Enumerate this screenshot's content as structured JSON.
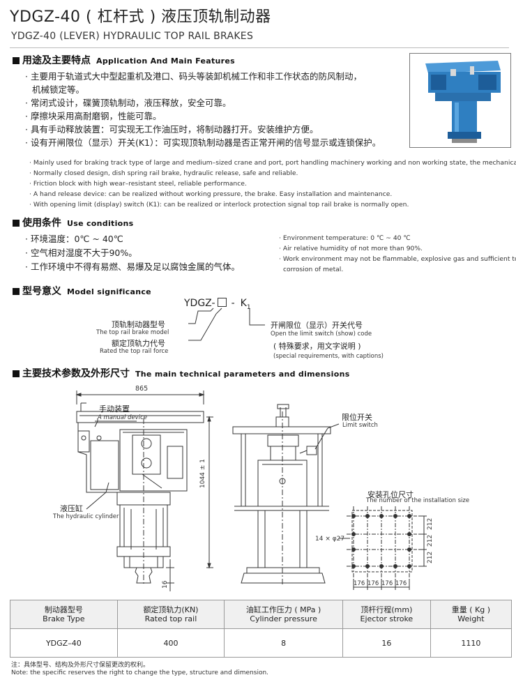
{
  "header": {
    "title_cn": "YDGZ-40 ( 杠杆式 ) 液压顶轨制动器",
    "title_en": "YDGZ-40 (LEVER) HYDRAULIC TOP RAIL BRAKES"
  },
  "sec_app": {
    "title_cn": "用途及主要特点",
    "title_en": "Application And Main Features",
    "cn_items": [
      "· 主要用于轨道式大中型起重机及港口、码头等装卸机械工作和非工作状态的防风制动，",
      "  机械锁定等。",
      "· 常闭式设计，碟簧顶轨制动，液压释放，安全可靠。",
      "· 摩擦块采用高耐磨钢，性能可靠。",
      "· 具有手动释放装置：可实现无工作油压时，将制动器打开。安装维护方便。",
      "· 设有开闸限位（显示）开关(K1）：可实现顶轨制动器是否正常开闸的信号显示或连锁保护。"
    ],
    "en_items": [
      "· Mainly used for braking track type of large and medium–sized crane and port, port handling machinery working and non working state, the mechanical lock.",
      "· Normally closed design, dish spring rail brake, hydraulic release, safe and reliable.",
      "· Friction block with high wear–resistant steel, reliable performance.",
      "· A hand release device: can be realized without working pressure, the brake. Easy installation and maintenance.",
      "· With opening limit (display) switch (K1): can be realized or interlock protection signal top rail brake is normally open."
    ]
  },
  "sec_use": {
    "title_cn": "使用条件",
    "title_en": "Use   conditions",
    "cn_items": [
      "· 环境温度：0℃ ~ 40℃",
      "· 空气相对湿度不大于90%。",
      "· 工作环境中不得有易燃、易爆及足以腐蚀金属的气体。"
    ],
    "en_items": [
      "· Environment temperature: 0 ℃ ~ 40 ℃",
      "· Air relative humidity of not more than 90%.",
      "· Work environment may not be flammable, explosive gas and sufficient to",
      "  corrosion of metal."
    ]
  },
  "sec_model": {
    "title_cn": "型号意义",
    "title_en": "Model   significance",
    "code_prefix": "YDGZ-",
    "code_sep": "-",
    "code_k": "K",
    "code_k_sub": "1",
    "left1_cn": "顶轨制动器型号",
    "left1_en": "The top rail brake model",
    "left2_cn": "额定顶轨力代号",
    "left2_en": "Rated the top rail force",
    "right_cn": "开闸限位（显示）开关代号",
    "right_en": "Open the limit switch (show) code",
    "right2_cn": "( 特殊要求，用文字说明 )",
    "right2_en": "(special requirements, with captions)"
  },
  "sec_tech": {
    "title_cn": "主要技术参数及外形尺寸",
    "title_en": "The main technical parameters and dimensions"
  },
  "drawing": {
    "dim_865": "865",
    "dim_1044": "1044 ± 1",
    "dim_16": "16",
    "manual_cn": "手动装置",
    "manual_en": "A manual device",
    "cyl_cn": "液压缸",
    "cyl_en": "The hydraulic cylinder",
    "limit_cn": "限位开关",
    "limit_en": "Limit switch",
    "holes_cn": "安装孔位尺寸",
    "holes_en": "The number of the installation size",
    "holes_spec": "14 × φ27",
    "dim_212": "212",
    "dim_176": "176"
  },
  "table": {
    "headers": [
      {
        "cn": "制动器型号",
        "en": "Brake Type"
      },
      {
        "cn": "额定顶轨力(KN)",
        "en": "Rated top rail"
      },
      {
        "cn": "油缸工作压力 ( MPa )",
        "en": "Cylinder pressure"
      },
      {
        "cn": "顶杆行程(mm)",
        "en": "Ejector stroke"
      },
      {
        "cn": "重量 ( Kg )",
        "en": "Weight"
      }
    ],
    "row": [
      "YDGZ–40",
      "400",
      "8",
      "16",
      "1110"
    ]
  },
  "footer": {
    "note_cn": "注：具体型号、结构及外形尺寸保留更改的权利。",
    "note_en": "Note: the specific reserves the right to change the type, structure and dimension."
  },
  "colors": {
    "photo_blue": "#2f7fc1",
    "text": "#222222"
  },
  "icons": {
    "product_photo": "brake-photo-icon"
  }
}
